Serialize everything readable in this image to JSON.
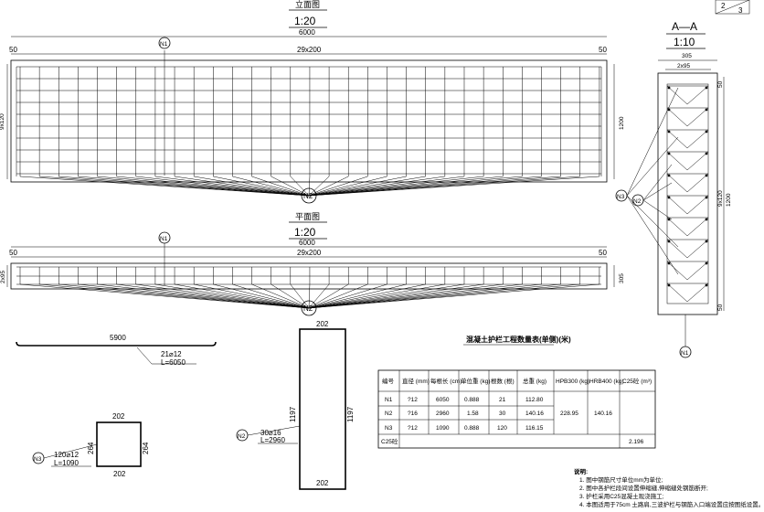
{
  "sheet": {
    "page_current": "2",
    "page_total": "3"
  },
  "elevation": {
    "title": "立面图",
    "scale": "1:20",
    "total_dim": "6000",
    "edge_dim_left": "50",
    "edge_dim_right": "50",
    "spacing_dim": "29x200",
    "left_dim": "9x120",
    "right_dim": "1200"
  },
  "plan": {
    "title": "平面图",
    "scale": "1:20",
    "total_dim": "6000",
    "edge_dim_left": "50",
    "edge_dim_right": "50",
    "spacing_dim": "29x200",
    "left_dim": "2x95",
    "right_dim": "305"
  },
  "section": {
    "title": "A—A",
    "scale": "1:10",
    "top_dim": "305",
    "inner_dim": "2x95",
    "mid_dim1": "9x120",
    "mid_dim2": "1200",
    "end_dim_top": "50",
    "end_dim_bottom": "50"
  },
  "callouts": {
    "n1": "N1",
    "n2": "N2",
    "n3": "N3"
  },
  "bar_n1": {
    "length": "5900",
    "qty": "21⌀12",
    "total": "L=6050"
  },
  "bar_n2": {
    "width": "202",
    "height_left": "1197",
    "height_right": "1197",
    "bottom": "202",
    "qty": "30⌀16",
    "total": "L=2960"
  },
  "bar_n3": {
    "top": "202",
    "height_left": "264",
    "height_right": "264",
    "bottom": "202",
    "qty": "120⌀12",
    "total": "L=1090"
  },
  "table": {
    "title": "混凝土护栏工程数量表(单侧)(米)",
    "headers": [
      "编号",
      "直径 (mm)",
      "每根长 (cm)",
      "单位重 (kg)",
      "根数 (根)",
      "总重 (kg)",
      "HPB300 (kg)",
      "HRB400 (kg)",
      "C25砼 (m³)"
    ],
    "rows": [
      {
        "id": "N1",
        "dia": "?12",
        "len": "6050",
        "unit": "0.888",
        "count": "21",
        "total": "112.80"
      },
      {
        "id": "N2",
        "dia": "?16",
        "len": "2960",
        "unit": "1.58",
        "count": "30",
        "total": "140.16"
      },
      {
        "id": "N3",
        "dia": "?12",
        "len": "1090",
        "unit": "0.888",
        "count": "120",
        "total": "116.15"
      }
    ],
    "hpb300": "228.95",
    "hrb400": "140.16",
    "c25_label": "C25砼",
    "c25_value": "2.196"
  },
  "notes": {
    "title": "说明:",
    "items": [
      "1. 图中钢筋尺寸单位mm为单位;",
      "2. 图中各护栏段间设置伸缩缝,伸缩缝处钢筋断开;",
      "3. 护栏采用C25混凝土现浇施工;",
      "4. 本图适用于75cm 土路肩,三波护栏与钢筋入口端设置应按图纸设置。"
    ]
  }
}
